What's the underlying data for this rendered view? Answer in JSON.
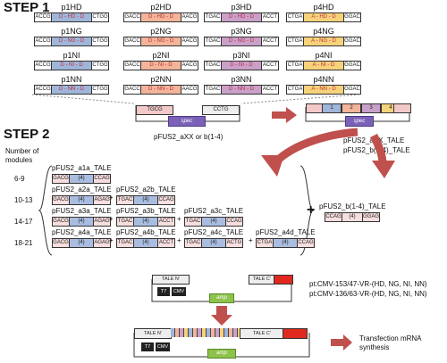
{
  "step1_title": "STEP 1",
  "step2_title": "STEP 2",
  "step1": {
    "rows": [
      {
        "cells": [
          {
            "label": "p1HD",
            "left": "ACCG",
            "mid": "D - HD - D",
            "right": "CTGG",
            "color": "#9fb6da"
          },
          {
            "label": "p2HD",
            "left": "GACC",
            "mid": "D - HD - D",
            "right": "AACG",
            "color": "#f3b49a"
          },
          {
            "label": "p3HD",
            "left": "TGAC",
            "mid": "D - HD - D",
            "right": "ACCT",
            "color": "#c9a0c9"
          },
          {
            "label": "p4HD",
            "left": "CTGA",
            "mid": "A - HD - D",
            "right": "GGAC",
            "color": "#f6d27a"
          }
        ]
      },
      {
        "cells": [
          {
            "label": "p1NG",
            "left": "ACCG",
            "mid": "D - NG - D",
            "right": "CTGG",
            "color": "#9fb6da"
          },
          {
            "label": "p2NG",
            "left": "GACC",
            "mid": "D - NG - D",
            "right": "AACG",
            "color": "#f3b49a"
          },
          {
            "label": "p3NG",
            "left": "TGAC",
            "mid": "D - NG - D",
            "right": "ACCT",
            "color": "#c9a0c9"
          },
          {
            "label": "p4NG",
            "left": "CTGA",
            "mid": "A - NG - D",
            "right": "GGAC",
            "color": "#f6d27a"
          }
        ]
      },
      {
        "cells": [
          {
            "label": "p1NI",
            "left": "ACCG",
            "mid": "D - NI - D",
            "right": "CTGG",
            "color": "#9fb6da"
          },
          {
            "label": "p2NI",
            "left": "GACC",
            "mid": "D - NI - D",
            "right": "AACG",
            "color": "#f3b49a"
          },
          {
            "label": "p3NI",
            "left": "TGAC",
            "mid": "D - NI - D",
            "right": "ACCT",
            "color": "#c9a0c9"
          },
          {
            "label": "p4NI",
            "left": "CTGA",
            "mid": "A - NI - D",
            "right": "GGAC",
            "color": "#f6d27a"
          }
        ]
      },
      {
        "cells": [
          {
            "label": "p1NN",
            "left": "ACCG",
            "mid": "D - NN - D",
            "right": "CTGG",
            "color": "#9fb6da"
          },
          {
            "label": "p2NN",
            "left": "GACC",
            "mid": "D - NN - D",
            "right": "AACG",
            "color": "#f3b49a"
          },
          {
            "label": "p3NN",
            "left": "TGAC",
            "mid": "D - NN - D",
            "right": "ACCT",
            "color": "#c9a0c9"
          },
          {
            "label": "p4NN",
            "left": "CTGA",
            "mid": "A - NN - D",
            "right": "GGAC",
            "color": "#f6d27a"
          }
        ]
      }
    ],
    "vector_left_site": "TGCG",
    "vector_right_site": "CCTG",
    "spec": "spec",
    "vector_name": "pFUS2_aXX or b(1-4)",
    "assembled_segments": [
      "1",
      "2",
      "3",
      "4"
    ],
    "assembled_name1": "pFUS2_aXX_TALE",
    "assembled_name2": "pFUS2_b(1-4)_TALE"
  },
  "step2": {
    "modules_header": "Number of modules",
    "groups": [
      {
        "range": "6-9",
        "plasmids": [
          {
            "name": "pFUS2_a1a_TALE",
            "left": "GACG",
            "mid": "(4)",
            "right": "CCAG"
          }
        ]
      },
      {
        "range": "10-13",
        "plasmids": [
          {
            "name": "pFUS2_a2a_TALE",
            "left": "GACG",
            "mid": "(4)",
            "right": "AGAG"
          },
          {
            "name": "pFUS2_a2b_TALE",
            "left": "TGAC",
            "mid": "(4)",
            "right": "CCAG"
          }
        ]
      },
      {
        "range": "14-17",
        "plasmids": [
          {
            "name": "pFUS2_a3a_TALE",
            "left": "GACG",
            "mid": "(4)",
            "right": "AGAG"
          },
          {
            "name": "pFUS2_a3b_TALE",
            "left": "TGAC",
            "mid": "(4)",
            "right": "ACCT"
          },
          {
            "name": "pFUS2_a3c_TALE",
            "left": "TGAC",
            "mid": "(4)",
            "right": "CCAG"
          }
        ]
      },
      {
        "range": "18-21",
        "plasmids": [
          {
            "name": "pFUS2_a4a_TALE",
            "left": "GACG",
            "mid": "(4)",
            "right": "AGAG"
          },
          {
            "name": "pFUS2_a4b_TALE",
            "left": "TGAC",
            "mid": "(4)",
            "right": "ACCT"
          },
          {
            "name": "pFUS2_a4c_TALE",
            "left": "TGAC",
            "mid": "(4)",
            "right": "ACTG"
          },
          {
            "name": "pFUS2_a4d_TALE",
            "left": "CTGA",
            "mid": "(4)",
            "right": "CCAG"
          }
        ]
      }
    ],
    "plus": "+",
    "b_plasmid": {
      "name": "pFUS2_b(1-4)_TALE",
      "left": "CCAG",
      "mid": "(4)",
      "right": "GGAG"
    },
    "dest_tale_n": "TALE N'",
    "dest_tale_c": "TALE C'",
    "dest_amp": "amp",
    "dest_t7": "T7",
    "dest_cmv": "CMV",
    "dest_name1": "pt:CMV-153/47-VR-(HD, NG, NI, NN)",
    "dest_name2": "pt:CMV-136/63-VR-(HD, NG, NI, NN)",
    "final_tale_n": "TALE N'",
    "final_tale_c": "TALE C'",
    "final_amp": "amp",
    "final_t7": "T7",
    "final_cmv": "CMV",
    "final_label": "Transfection mRNA synthesis"
  },
  "colors": {
    "arrow": "#c0504d",
    "p1": "#9fb6da",
    "p2": "#f3b49a",
    "p3": "#c9a0c9",
    "p4": "#f6d27a",
    "amp": "#8dc24b",
    "spec": "#7b62b8",
    "red_box": "#e0281e"
  }
}
